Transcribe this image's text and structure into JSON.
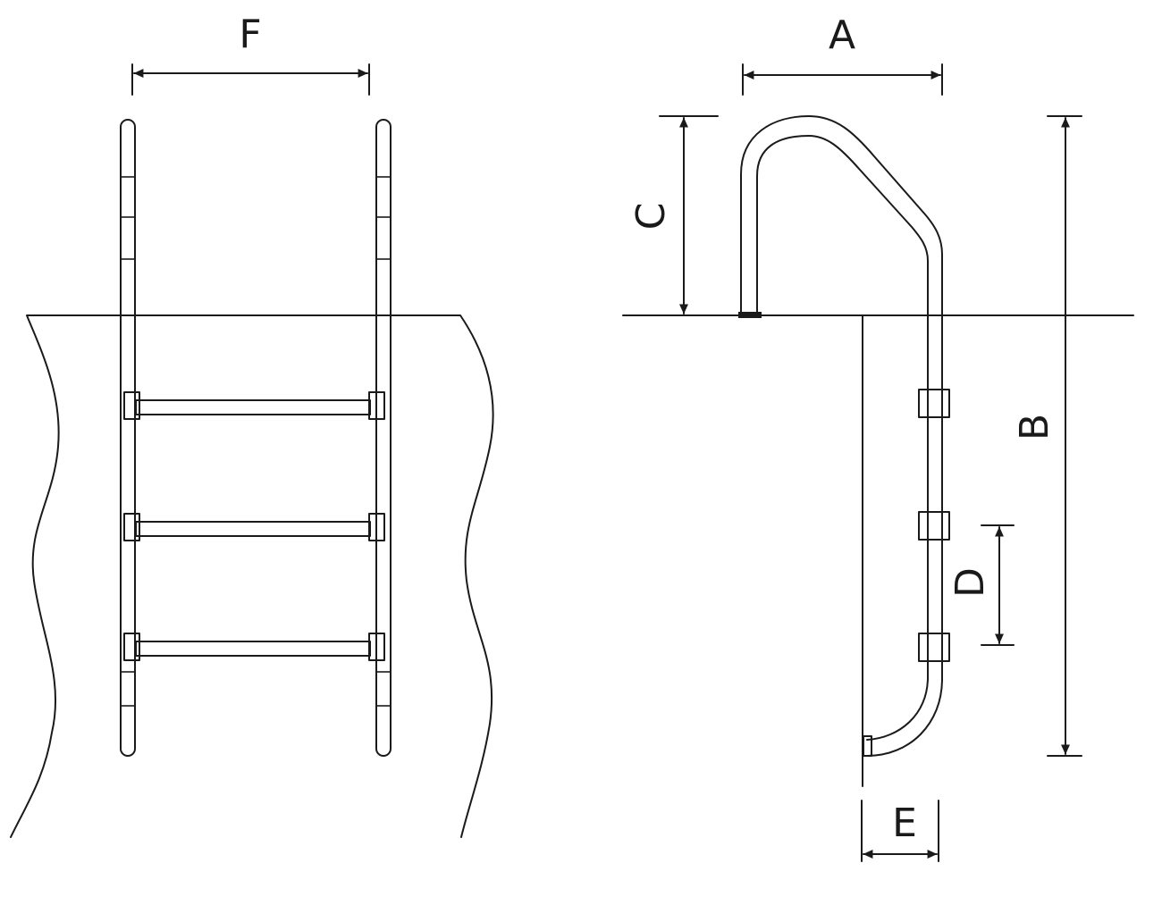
{
  "front_view": {
    "width_label": "F"
  },
  "side_view": {
    "reach_label": "A",
    "total_height_label": "B",
    "handrail_height_label": "C",
    "step_spacing_label": "D",
    "wall_offset_label": "E"
  },
  "colors": {
    "line": "#1a1a1a",
    "background": "#ffffff"
  }
}
